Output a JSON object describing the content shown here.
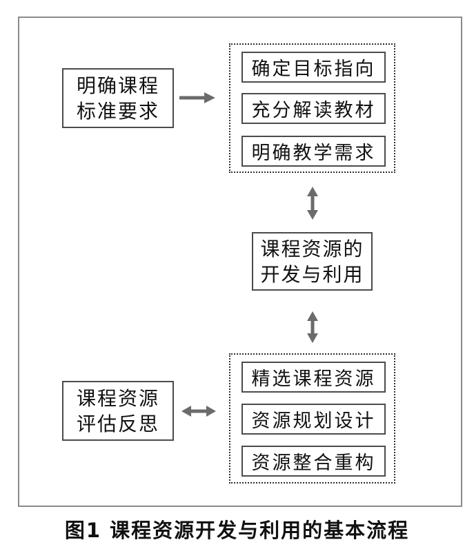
{
  "diagram": {
    "stage_analysis": {
      "source_box": {
        "lines": [
          "明确课程",
          "标准要求"
        ]
      },
      "steps": [
        "确定目标指向",
        "充分解读教材",
        "明确教学需求"
      ]
    },
    "stage_core": {
      "center_box": {
        "lines": [
          "课程资源的",
          "开发与利用"
        ]
      }
    },
    "stage_implementation": {
      "steps": [
        "精选课程资源",
        "资源规划设计",
        "资源整合重构"
      ],
      "evaluation_box": {
        "lines": [
          "课程资源",
          "评估反思"
        ]
      }
    },
    "connectors": {
      "right_arrow": "single-right-arrow",
      "top_vertical_arrow": "double-vertical-arrow",
      "bottom_vertical_arrow": "double-vertical-arrow",
      "horizontal_arrow": "double-horizontal-arrow"
    },
    "colors": {
      "arrow": "#6b6b6b",
      "box_border": "#4a4a4a",
      "outer_border": "#8a8a8a",
      "dashed_border": "#2e2e2e",
      "text": "#111111",
      "bg": "#ffffff"
    }
  },
  "caption": "图1 课程资源开发与利用的基本流程"
}
